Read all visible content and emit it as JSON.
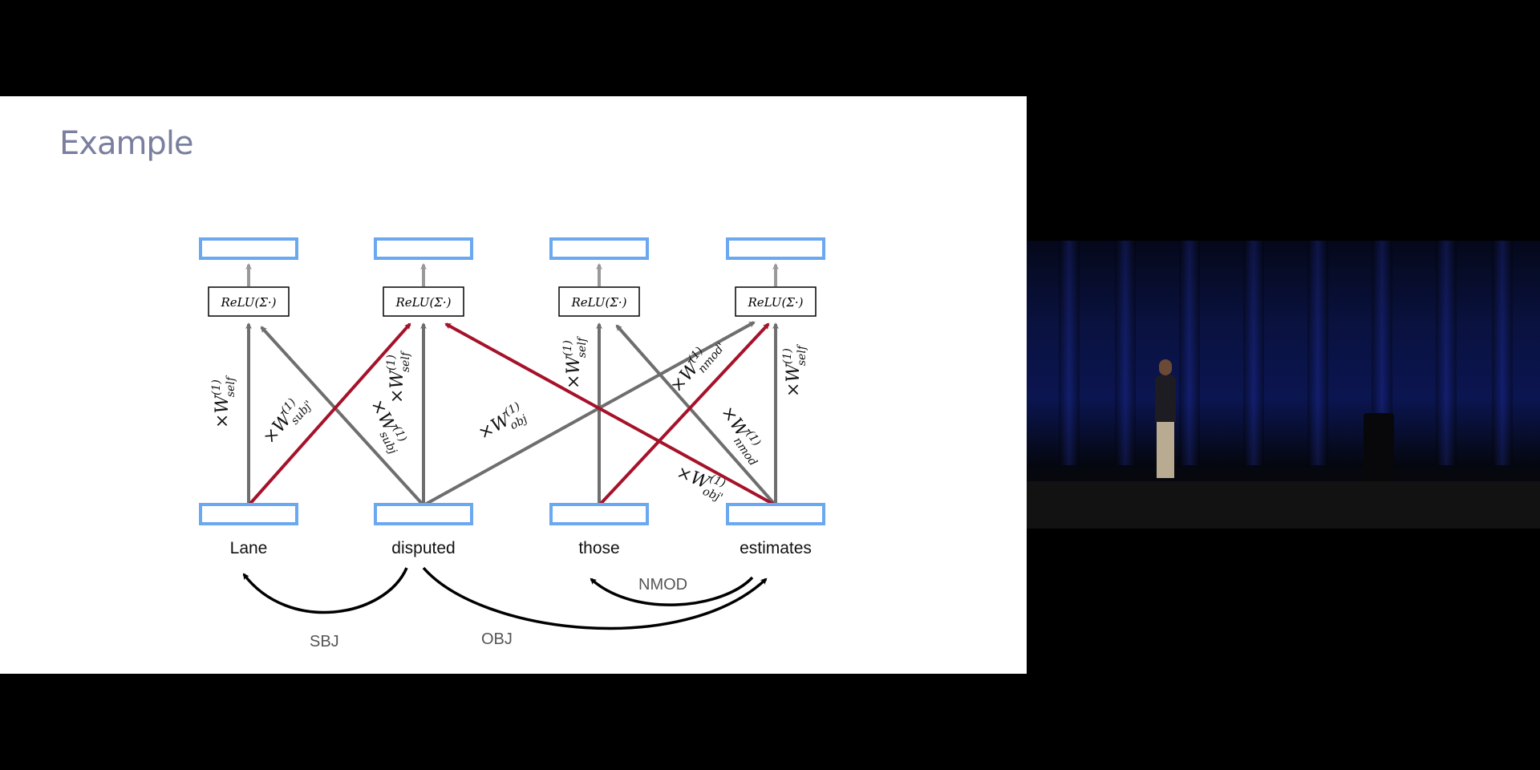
{
  "slide": {
    "title": "Example",
    "words": [
      "Lane",
      "disputed",
      "those",
      "estimates"
    ],
    "relu_label": "ReLU(Σ·)",
    "edge_labels": [
      {
        "prefix": "×W",
        "sup": "(1)",
        "sub": "self"
      },
      {
        "prefix": "×W",
        "sup": "(1)",
        "sub": "subj'"
      },
      {
        "prefix": "×W",
        "sup": "(1)",
        "sub": "subj"
      },
      {
        "prefix": "×W",
        "sup": "(1)",
        "sub": "self"
      },
      {
        "prefix": "×W",
        "sup": "(1)",
        "sub": "obj"
      },
      {
        "prefix": "×W",
        "sup": "(1)",
        "sub": "self"
      },
      {
        "prefix": "×W",
        "sup": "(1)",
        "sub": "nmod'"
      },
      {
        "prefix": "×W",
        "sup": "(1)",
        "sub": "nmod"
      },
      {
        "prefix": "×W",
        "sup": "(1)",
        "sub": "obj'"
      },
      {
        "prefix": "×W",
        "sup": "(1)",
        "sub": "self"
      }
    ],
    "dependencies": [
      {
        "label": "SBJ",
        "from": "disputed",
        "to": "Lane"
      },
      {
        "label": "OBJ",
        "from": "disputed",
        "to": "estimates"
      },
      {
        "label": "NMOD",
        "from": "estimates",
        "to": "those"
      }
    ],
    "colors": {
      "box": "#6aa8f0",
      "gray_edge": "#6e6e6e",
      "red_edge": "#a5122a",
      "title": "#7a7f9f"
    }
  }
}
